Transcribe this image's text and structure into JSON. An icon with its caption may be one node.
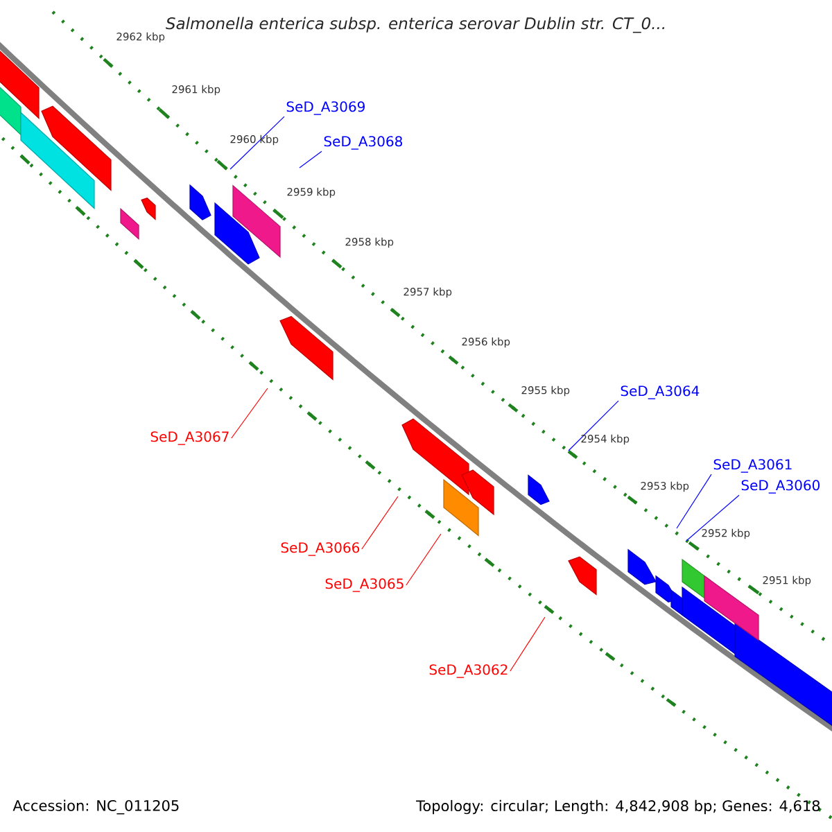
{
  "diagram": {
    "title": "Salmonella enterica subsp. enterica serovar Dublin str. CT_0...",
    "nodes": [
      {
        "text": [
          "SeD_A3069"
        ]
      },
      {
        "text": [
          "SeD_A3068"
        ]
      },
      {
        "text": [
          "SeD_A3064"
        ]
      },
      {
        "text": [
          "SeD_A3067"
        ]
      },
      {
        "text": [
          "SeD_A3061"
        ]
      },
      {
        "text": [
          "SeD_A3060"
        ]
      },
      {
        "text": [
          "SeD_A3066"
        ]
      },
      {
        "text": [
          "SeD_A3065"
        ]
      },
      {
        "text": [
          "SeD_A3062"
        ]
      }
    ],
    "edges": [
      {
        "from": 0,
        "to": null,
        "arrow": "none"
      },
      {
        "from": 1,
        "to": null,
        "arrow": "none"
      },
      {
        "from": 2,
        "to": null,
        "arrow": "none"
      },
      {
        "from": 3,
        "to": null,
        "arrow": "none",
        "color": "#ff0000"
      },
      {
        "from": 4,
        "to": null,
        "arrow": "none"
      },
      {
        "from": 5,
        "to": null,
        "arrow": "none"
      },
      {
        "from": 6,
        "to": null,
        "arrow": "none",
        "color": "#ff0000"
      },
      {
        "from": 7,
        "to": null,
        "arrow": "none",
        "color": "#ff0000"
      },
      {
        "from": 8,
        "to": null,
        "arrow": "none",
        "color": "#ff0000"
      }
    ],
    "labels": [
      "2962 kbp",
      "2961 kbp",
      "2960 kbp",
      "2959 kbp",
      "2958 kbp",
      "2957 kbp",
      "2956 kbp",
      "2955 kbp",
      "2954 kbp",
      "2953 kbp",
      "2952 kbp",
      "2951 kbp",
      "Accession: NC_011205",
      "Topology: circular; Length: 4,842,908 bp; Genes: 4,618"
    ]
  }
}
